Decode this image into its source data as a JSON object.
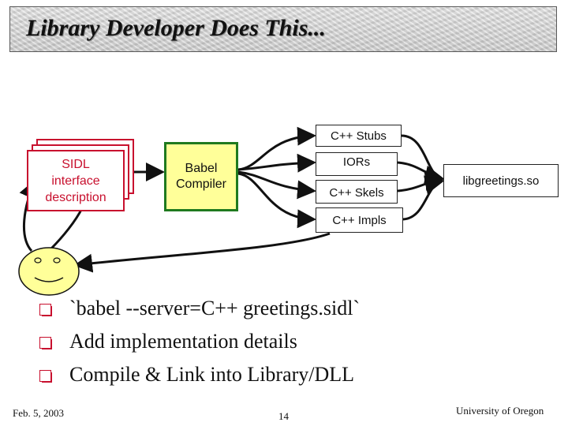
{
  "title": "Library Developer Does This...",
  "diagram": {
    "sidl_box": {
      "line1": "SIDL",
      "line2": "interface",
      "line3": "description"
    },
    "babel_box": {
      "line1": "Babel",
      "line2": "Compiler"
    },
    "cpp_stubs": "C++ Stubs",
    "iors": "IORs",
    "cpp_skels": "C++ Skels",
    "cpp_impls": "C++ Impls",
    "library": "libgreetings.so"
  },
  "bullets": [
    "`babel --server=C++ greetings.sidl`",
    "Add implementation details",
    "Compile & Link into Library/DLL"
  ],
  "footer": {
    "date": "Feb. 5, 2003",
    "page": "14",
    "org": "University of Oregon"
  },
  "colors": {
    "accent_red": "#c8102e",
    "babel_border": "#1f7a1f",
    "babel_fill": "#ffff99",
    "smiley_fill": "#ffff99"
  }
}
